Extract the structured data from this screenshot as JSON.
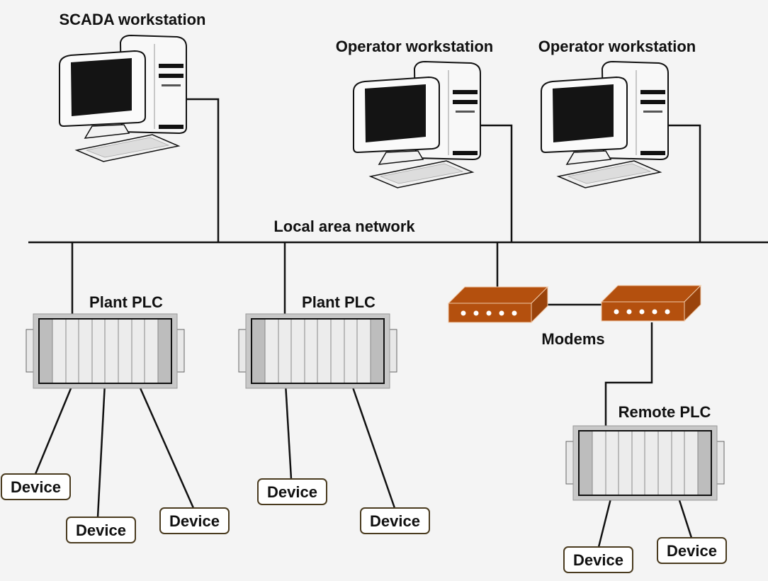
{
  "labels": {
    "scada": "SCADA workstation",
    "operator1": "Operator workstation",
    "operator2": "Operator workstation",
    "lan": "Local area network",
    "plc1": "Plant PLC",
    "plc2": "Plant PLC",
    "modems": "Modems",
    "remote_plc": "Remote PLC"
  },
  "devices": [
    "Device",
    "Device",
    "Device",
    "Device",
    "Device",
    "Device",
    "Device"
  ],
  "colors": {
    "modem": "#b4500e",
    "device_border": "#4a3b1f",
    "background": "#f4f4f4"
  }
}
